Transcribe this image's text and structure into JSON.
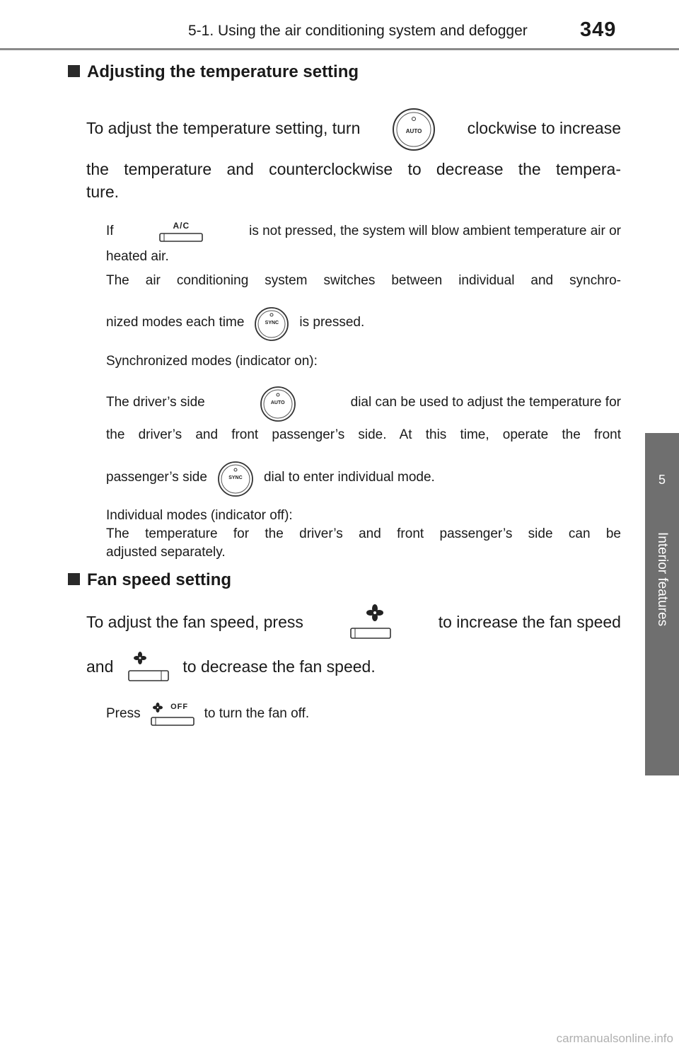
{
  "header": {
    "title": "5-1. Using the air conditioning system and defogger",
    "page_number": "349"
  },
  "side_tab": {
    "chapter": "5",
    "label": "Interior features"
  },
  "section1": {
    "heading": "Adjusting the temperature setting",
    "line1_a": "To adjust the temperature setting, turn",
    "line1_b": "clockwise to increase",
    "line2": "the temperature and counterclockwise to decrease the tempera-",
    "line3": "ture.",
    "note1_a": "If",
    "note1_b": "is not pressed, the system will blow ambient temperature air or",
    "note1_c": "heated air.",
    "note2_a": "The air conditioning system switches between individual and synchro-",
    "note2_b": "nized modes each time",
    "note2_c": "is pressed.",
    "note3": "Synchronized modes (indicator on):",
    "note4_a": "The driver’s side",
    "note4_b": "dial can be used to adjust the temperature for",
    "note4_c": "the driver’s and front passenger’s side. At this time, operate the front",
    "note4_d": "passenger’s side",
    "note4_e": "dial to enter individual mode.",
    "note5": "Individual modes (indicator off):",
    "note6_a": "The temperature for the driver’s and front passenger’s side can be",
    "note6_b": "adjusted separately."
  },
  "section2": {
    "heading": "Fan speed setting",
    "line1_a": "To adjust the fan speed, press",
    "line1_b": "to increase the fan speed",
    "line2_a": "and",
    "line2_b": "to decrease the fan speed.",
    "note_a": "Press",
    "note_b": "to turn the fan off."
  },
  "icons": {
    "auto_dial": "AUTO",
    "sync_dial": "SYNC",
    "ac_button": "A/C",
    "fan_off_button": "OFF"
  },
  "watermark": "carmanualsonline.info"
}
